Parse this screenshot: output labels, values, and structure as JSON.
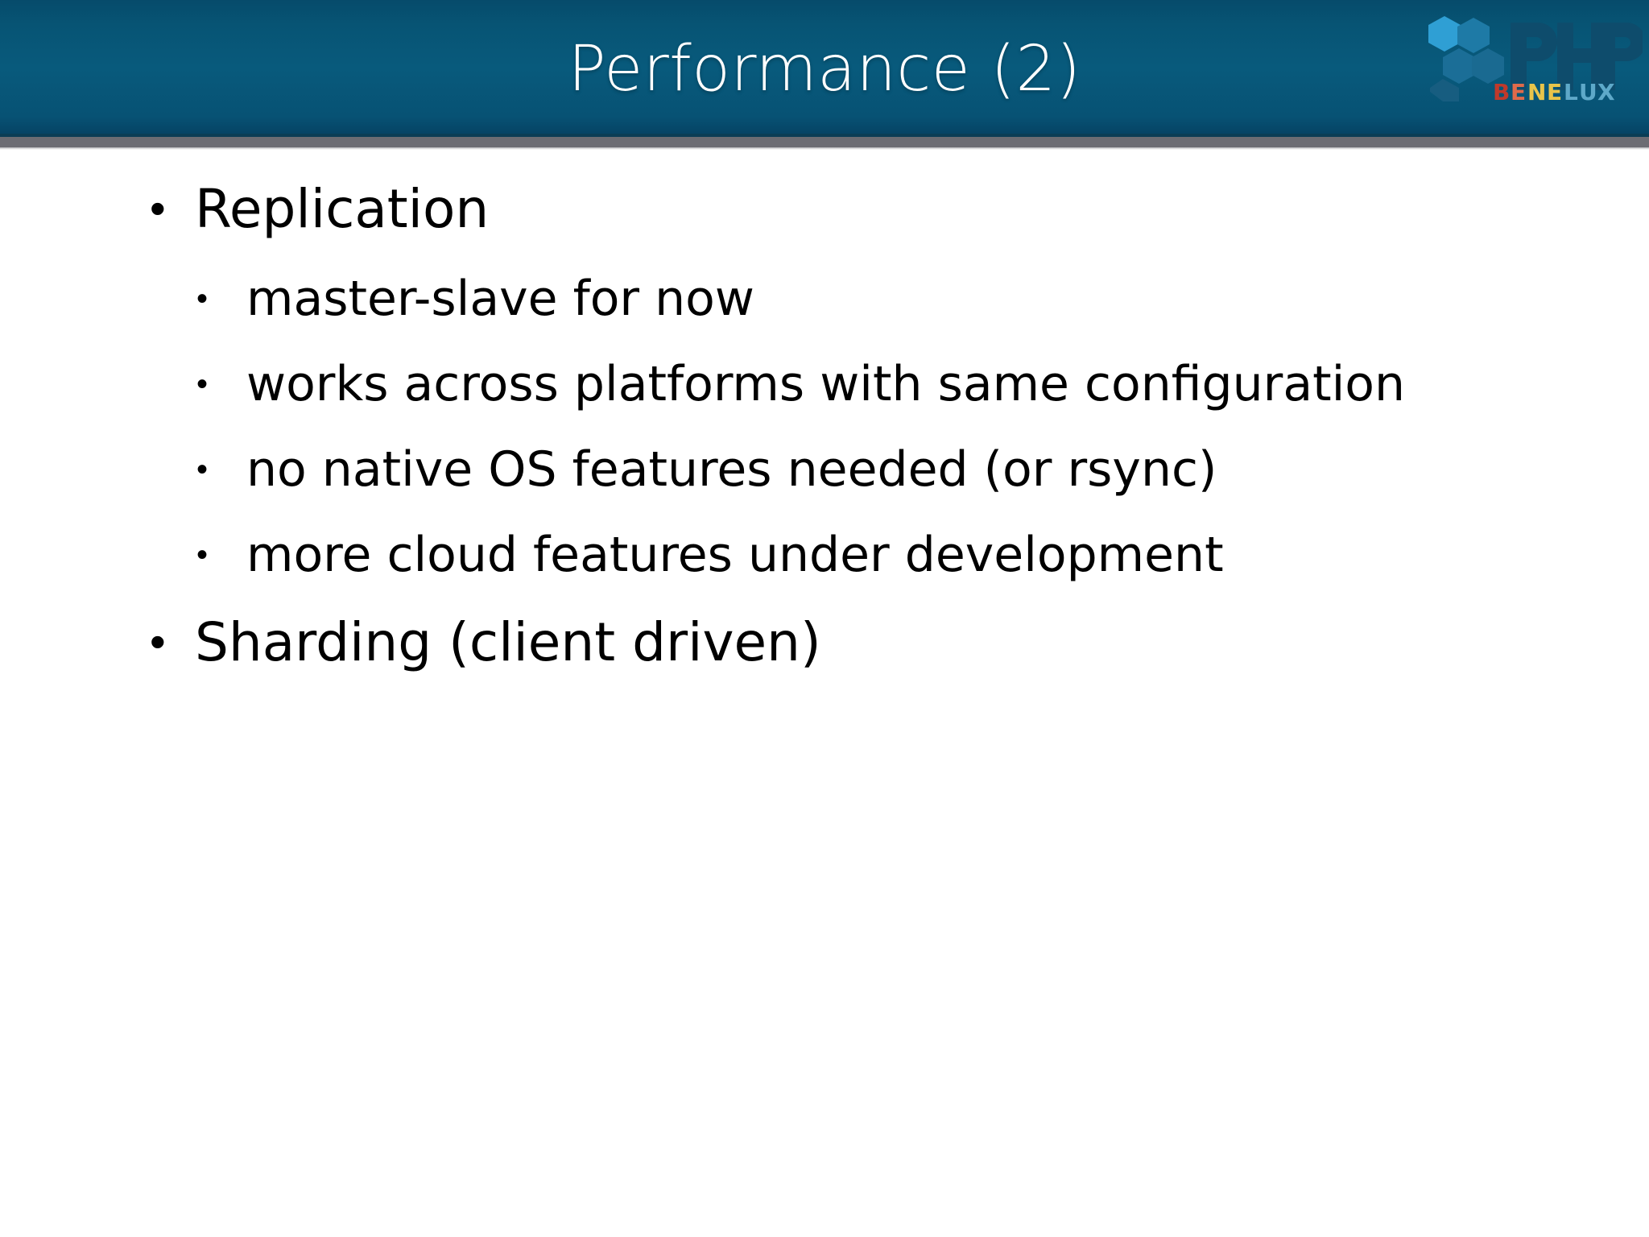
{
  "slide": {
    "title": "Performance (2)",
    "header_bg": "#075474",
    "header_rule_color": "#6c6c73",
    "body_bg": "#ffffff",
    "text_color": "#000000"
  },
  "logo": {
    "name": "php-benelux-logo",
    "wordmark": "PHP",
    "wordmark_color": "#0d4a68",
    "benelux": [
      {
        "text": "B",
        "color": "#c0392b"
      },
      {
        "text": "E",
        "color": "#e06a4a"
      },
      {
        "text": "N",
        "color": "#e8c44a"
      },
      {
        "text": "E",
        "color": "#e8c44a"
      },
      {
        "text": "L",
        "color": "#5ea9c9"
      },
      {
        "text": "U",
        "color": "#5ea9c9"
      },
      {
        "text": "X",
        "color": "#5ea9c9"
      }
    ],
    "hex_colors": [
      "#2f9fd4",
      "#1f7fab",
      "#1a6f97",
      "#186party",
      "#155f83"
    ]
  },
  "content": {
    "bullet_glyph": "•",
    "items": [
      {
        "level": 1,
        "text": "Replication"
      },
      {
        "level": 2,
        "text": "master-slave for now"
      },
      {
        "level": 2,
        "text": "works across platforms with same configuration"
      },
      {
        "level": 2,
        "text": "no native OS features needed (or rsync)"
      },
      {
        "level": 2,
        "text": "more cloud features under development"
      },
      {
        "level": 1,
        "text": "Sharding (client driven)"
      }
    ]
  }
}
